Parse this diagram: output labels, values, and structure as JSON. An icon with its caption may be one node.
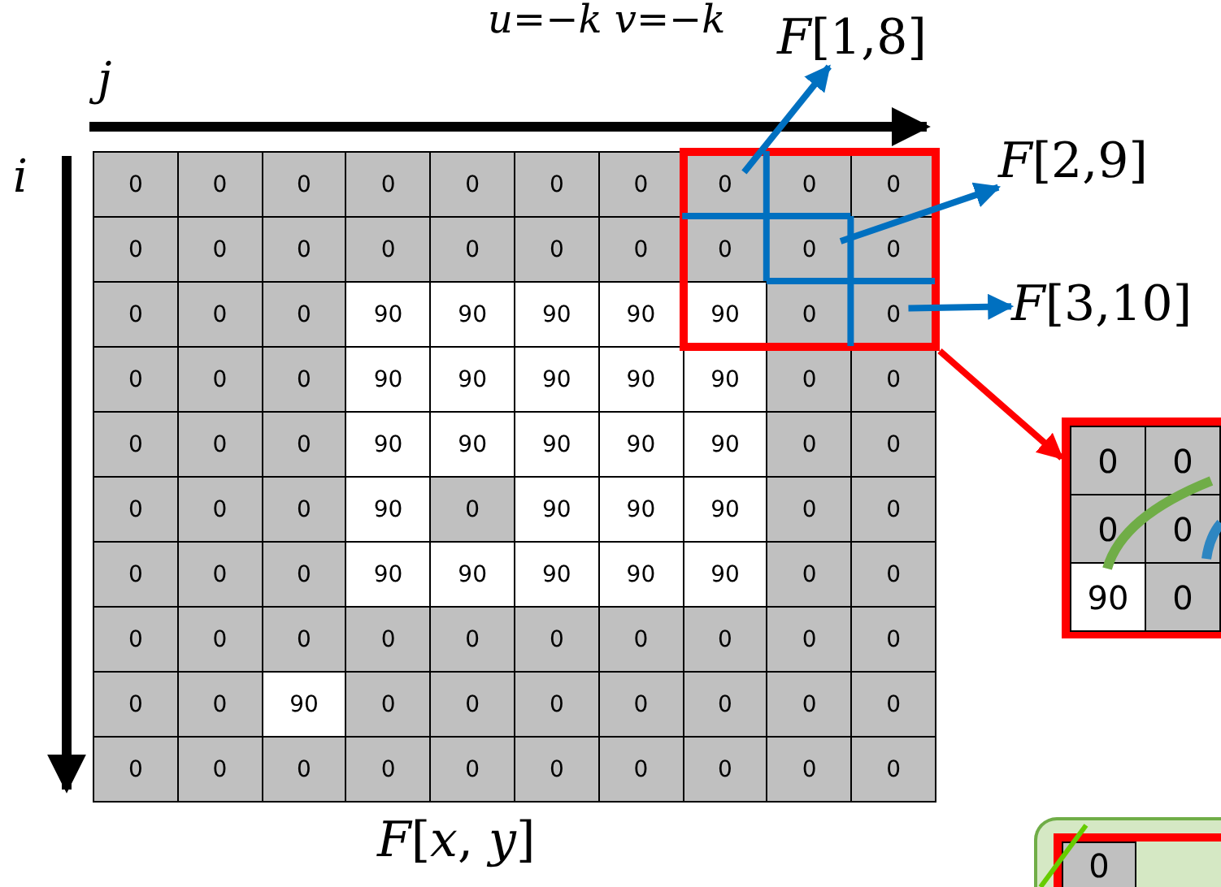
{
  "diagram": {
    "nodes": [
      {
        "text": [
          "*F*[1,8]"
        ]
      },
      {
        "text": [
          "*F*[2,9]"
        ]
      },
      {
        "text": [
          "*F*[3,10]"
        ]
      },
      {
        "text": [],
        "shape": "box"
      },
      {
        "text": [],
        "shape": "box"
      },
      {
        "text": [],
        "shape": "box"
      }
    ],
    "edges": [
      {
        "from": 3,
        "to": 0,
        "arrow": "to"
      },
      {
        "from": 3,
        "to": 1,
        "arrow": "to"
      },
      {
        "from": 3,
        "to": 2,
        "arrow": "to"
      },
      {
        "from": 3,
        "to": 4,
        "arrow": "to",
        "color": "#ff0000"
      }
    ],
    "labels": [
      "*u*=−*k* *v*=−*k*",
      "*j*",
      "*i*",
      "0",
      "0",
      "0",
      "0",
      "0",
      "0",
      "0",
      "0",
      "0",
      "0",
      "0",
      "0",
      "0",
      "0",
      "0",
      "0",
      "0",
      "0",
      "0",
      "0",
      "0",
      "0",
      "0",
      "90",
      "90",
      "90",
      "90",
      "90",
      "0",
      "0",
      "0",
      "0",
      "0",
      "90",
      "90",
      "90",
      "90",
      "90",
      "0",
      "0",
      "0",
      "0",
      "0",
      "90",
      "90",
      "90",
      "90",
      "90",
      "0",
      "0",
      "0",
      "0",
      "0",
      "90",
      "0",
      "90",
      "90",
      "90",
      "0",
      "0",
      "0",
      "0",
      "0",
      "90",
      "90",
      "90",
      "90",
      "90",
      "0",
      "0",
      "0",
      "0",
      "0",
      "0",
      "0",
      "0",
      "0",
      "0",
      "0",
      "0",
      "0",
      "0",
      "90",
      "0",
      "0",
      "0",
      "0",
      "0",
      "0",
      "0",
      "0",
      "0",
      "0",
      "0",
      "0",
      "0",
      "0",
      "0",
      "0",
      "0",
      "*F*[*x*, *y*]",
      "0",
      "0",
      "0",
      "0",
      "90",
      "0",
      "0"
    ]
  }
}
